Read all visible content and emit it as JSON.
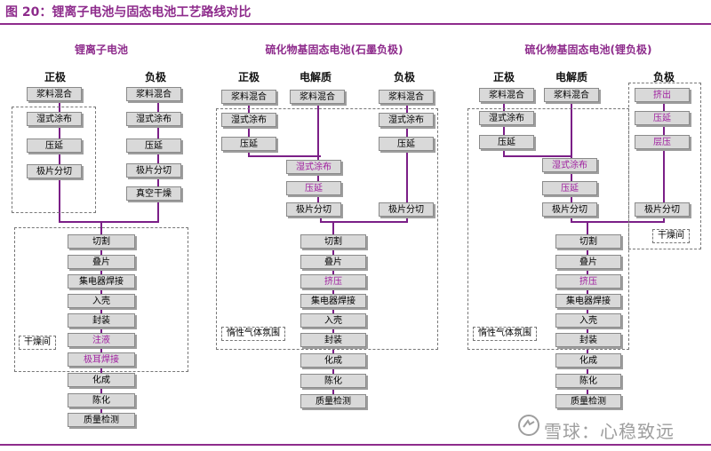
{
  "figure_title": "图 20：锂离子电池与固态电池工艺路线对比",
  "columns": [
    {
      "title": "锂离子电池",
      "headers": {
        "cathode": "正极",
        "anode": "负极"
      },
      "cathode_steps": [
        "浆料混合",
        "湿式涂布",
        "压延",
        "极片分切"
      ],
      "anode_steps": [
        "浆料混合",
        "湿式涂布",
        "压延",
        "极片分切",
        "真空干燥"
      ],
      "common_steps": [
        "切割",
        "叠片",
        "集电器焊接",
        "入壳",
        "封装",
        "注液",
        "极耳焊接",
        "化成",
        "陈化",
        "质量检测"
      ],
      "zone_label": "干燥间"
    },
    {
      "title": "硫化物基固态电池(石墨负极)",
      "headers": {
        "cathode": "正极",
        "electrolyte": "电解质",
        "anode": "负极"
      },
      "cathode_steps": [
        "浆料混合",
        "湿式涂布",
        "压延"
      ],
      "electrolyte_steps": [
        "浆料混合"
      ],
      "merged_steps": [
        "湿式涂布",
        "压延",
        "极片分切"
      ],
      "anode_steps": [
        "浆料混合",
        "湿式涂布",
        "压延",
        "极片分切"
      ],
      "common_steps": [
        "切割",
        "叠片",
        "挤压",
        "集电器焊接",
        "入壳",
        "封装",
        "化成",
        "陈化",
        "质量检测"
      ],
      "zone_label": "惰性气体氛围"
    },
    {
      "title": "硫化物基固态电池(锂负极)",
      "headers": {
        "cathode": "正极",
        "electrolyte": "电解质",
        "anode": "负极"
      },
      "cathode_steps": [
        "浆料混合",
        "湿式涂布",
        "压延"
      ],
      "electrolyte_steps": [
        "浆料混合"
      ],
      "merged_steps": [
        "湿式涂布",
        "压延",
        "极片分切"
      ],
      "anode_steps": [
        "挤出",
        "压延",
        "层压",
        "极片分切"
      ],
      "anode_zone_label": "干燥间",
      "common_steps": [
        "切割",
        "叠片",
        "挤压",
        "集电器焊接",
        "入壳",
        "封装",
        "化成",
        "陈化",
        "质量检测"
      ],
      "zone_label": "惰性气体氛围"
    }
  ],
  "watermark": "雪球：心稳致远",
  "colors": {
    "accent": "#8E2C8C",
    "connector": "#7B1F87",
    "highlight_text": "#A020A0",
    "box_fill": "#D9D9D9"
  },
  "icons": {
    "watermark_logo": "snowball-logo-icon"
  }
}
